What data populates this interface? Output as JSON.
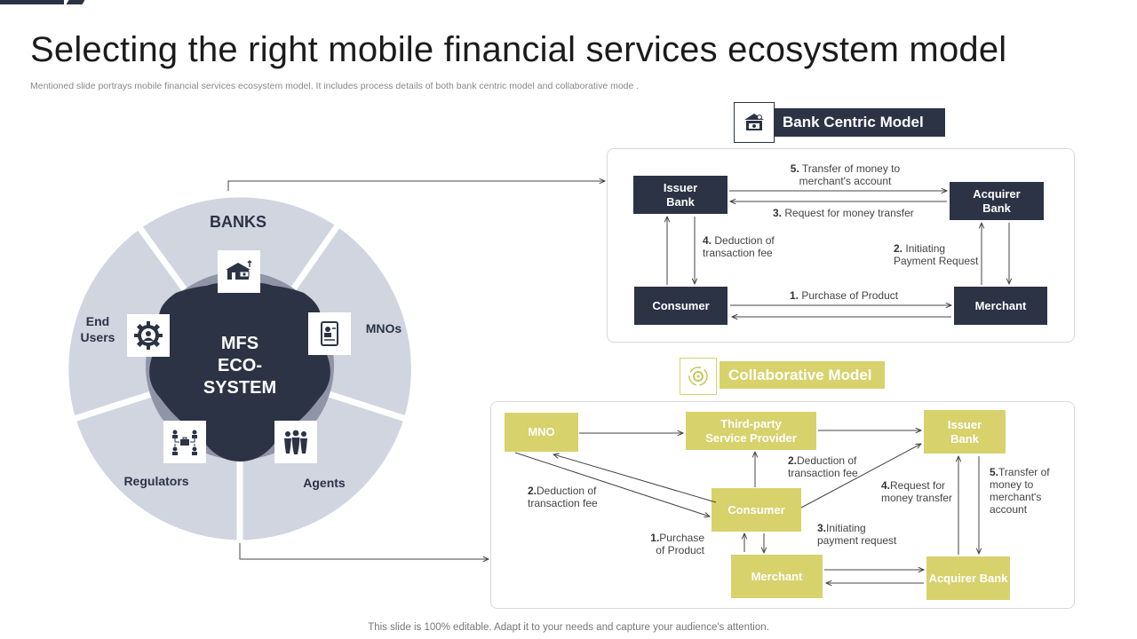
{
  "slide": {
    "title": "Selecting the right mobile financial services ecosystem model",
    "subtitle": "Mentioned slide portrays mobile financial services ecosystem model. It includes process details of both bank centric model and collaborative mode .",
    "footer": "This slide is 100% editable. Adapt it to your needs and capture your audience's attention."
  },
  "ecosystem": {
    "center_line1": "MFS",
    "center_line2": "ECO-",
    "center_line3": "SYSTEM",
    "banks": "BANKS",
    "mnos": "MNOs",
    "end_users_line1": "End",
    "end_users_line2": "Users",
    "regulators": "Regulators",
    "agents": "Agents"
  },
  "bank_centric": {
    "header": "Bank Centric Model",
    "issuer_bank_line1": "Issuer",
    "issuer_bank_line2": "Bank",
    "acquirer_bank_line1": "Acquirer",
    "acquirer_bank_line2": "Bank",
    "consumer": "Consumer",
    "merchant": "Merchant",
    "step5_num": "5.",
    "step5_line1": "Transfer of money to",
    "step5_line2": "merchant's account",
    "step3_num": "3.",
    "step3_text": "Request for money transfer",
    "step4_num": "4.",
    "step4_line1": "Deduction of",
    "step4_line2": "transaction fee",
    "step2_num": "2.",
    "step2_line1": "Initiating",
    "step2_line2": "Payment Request",
    "step1_num": "1.",
    "step1_text": "Purchase of Product"
  },
  "collaborative": {
    "header": "Collaborative Model",
    "mno": "MNO",
    "tpsp_line1": "Third-party",
    "tpsp_line2": "Service Provider",
    "issuer_bank_line1": "Issuer",
    "issuer_bank_line2": "Bank",
    "consumer": "Consumer",
    "merchant": "Merchant",
    "acquirer_bank": "Acquirer Bank",
    "left_fee_num": "2.",
    "left_fee_line1": "Deduction of",
    "left_fee_line2": "transaction fee",
    "mid_fee_num": "2.",
    "mid_fee_line1": "Deduction of",
    "mid_fee_line2": "transaction fee",
    "purchase_num": "1.",
    "purchase_line1": "Purchase",
    "purchase_line2": "of Product",
    "request_num": "4.",
    "request_line1": "Request for",
    "request_line2": "money transfer",
    "initiating_num": "3.",
    "initiating_line1": "Initiating",
    "initiating_line2": "payment request",
    "transfer_num": "5.",
    "transfer_line1": "Transfer of",
    "transfer_line2": "money to",
    "transfer_line3": "merchant's",
    "transfer_line4": "account"
  },
  "colors": {
    "dark_navy": "#2b3345",
    "olive_yellow": "#d7d26c",
    "light_segment": "#d0d5e0",
    "mid_ring": "#8f95a6"
  },
  "icons": [
    "house-money-icon",
    "id-card-icon",
    "user-gear-icon",
    "people-briefcase-icon",
    "agents-group-icon",
    "bank-icon",
    "gear-cycle-icon"
  ]
}
